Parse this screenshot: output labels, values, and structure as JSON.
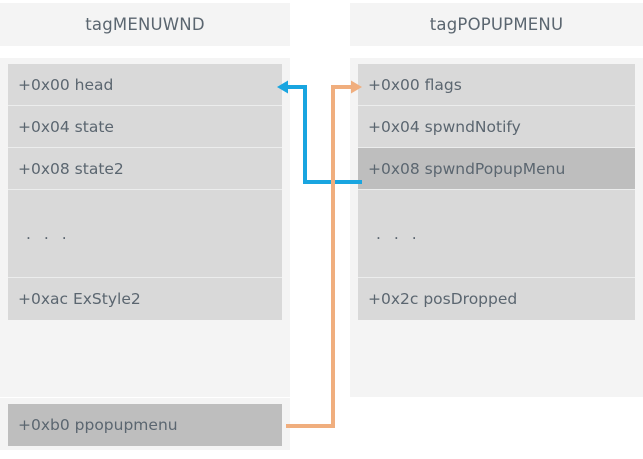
{
  "diagram": {
    "title_hidden": "",
    "colors": {
      "panel_bg": "#f4f4f4",
      "row_bg": "#d9d9d9",
      "row_highlight_bg": "#bebebe",
      "text": "#5b6670",
      "arrow_blue": "#19a5e0",
      "arrow_orange": "#f0ae7e",
      "page_bg": "#ffffff"
    }
  },
  "structures": [
    {
      "name": "tagMENUWND",
      "fields": [
        {
          "label": "+0x00 head",
          "highlight": false,
          "kind": "field"
        },
        {
          "label": "+0x04 state",
          "highlight": false,
          "kind": "field"
        },
        {
          "label": "+0x08 state2",
          "highlight": false,
          "kind": "field"
        },
        {
          "label": ". . .",
          "highlight": false,
          "kind": "ellipsis"
        },
        {
          "label": "+0xac ExStyle2",
          "highlight": false,
          "kind": "field"
        }
      ],
      "detached_fields": [
        {
          "label": "+0xb0 ppopupmenu",
          "highlight": true,
          "kind": "field"
        }
      ]
    },
    {
      "name": "tagPOPUPMENU",
      "fields": [
        {
          "label": "+0x00 flags",
          "highlight": false,
          "kind": "field"
        },
        {
          "label": "+0x04 spwndNotify",
          "highlight": false,
          "kind": "field"
        },
        {
          "label": "+0x08 spwndPopupMenu",
          "highlight": true,
          "kind": "field"
        },
        {
          "label": ". . .",
          "highlight": false,
          "kind": "ellipsis"
        },
        {
          "label": "+0x2c posDropped",
          "highlight": false,
          "kind": "field"
        }
      ],
      "detached_fields": []
    }
  ],
  "connectors": [
    {
      "id": "spwndPopupMenu-to-head",
      "color": "#19a5e0",
      "from": "tagPOPUPMENU.+0x08 spwndPopupMenu",
      "to": "tagMENUWND.+0x00 head"
    },
    {
      "id": "ppopupmenu-to-flags",
      "color": "#f0ae7e",
      "from": "tagMENUWND.+0xb0 ppopupmenu",
      "to": "tagPOPUPMENU.+0x00 flags"
    }
  ]
}
